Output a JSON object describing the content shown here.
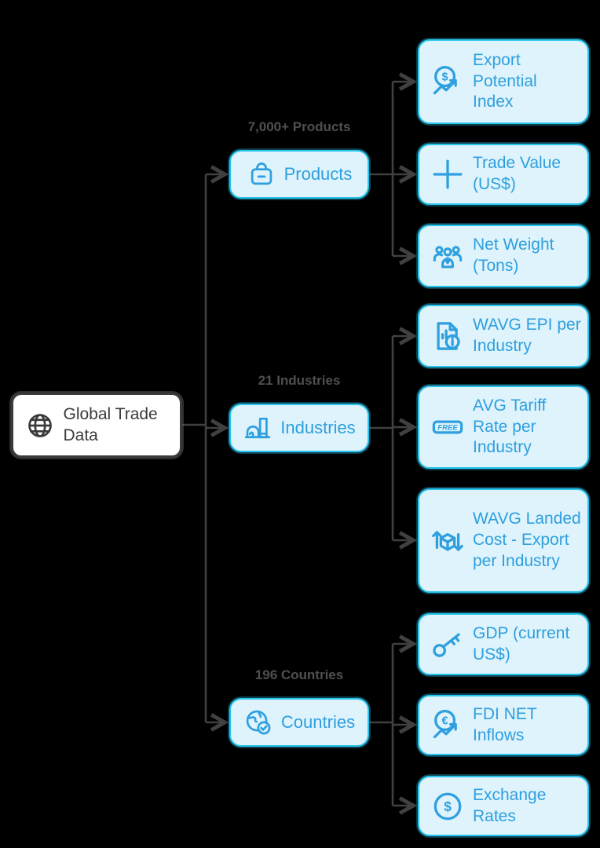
{
  "title": "Global Trade Data mindmap",
  "colors": {
    "background": "#000000",
    "accent-blue": "#2e9fdf",
    "cyan-border": "#27c4ee",
    "node-fill": "#def3fb",
    "muted-label": "#4f4f4f",
    "connector": "#404040",
    "root-ink": "#3b3b3b",
    "root-fill": "#ffffff"
  },
  "root": {
    "label": "Global Trade Data",
    "icon": "globe-icon"
  },
  "branches": [
    {
      "label": "Products",
      "count_label": "7,000+ Products",
      "icon": "shopping-bag-icon",
      "children": [
        {
          "label": "Export Potential Index",
          "icon": "dollar-growth-icon",
          "icon_text": "$"
        },
        {
          "label": "Trade Value (US$)",
          "icon": "plus-icon"
        },
        {
          "label": "Net Weight (Tons)",
          "icon": "people-group-icon"
        }
      ]
    },
    {
      "label": "Industries",
      "count_label": "21 Industries",
      "icon": "factory-icon",
      "children": [
        {
          "label": "WAVG EPI per Industry",
          "icon": "document-chart-info-icon"
        },
        {
          "label": "AVG Tariff Rate per Industry",
          "icon": "free-tag-icon",
          "icon_text": "FREE"
        },
        {
          "label": "WAVG Landed Cost - Export per Industry",
          "icon": "package-arrows-icon"
        }
      ]
    },
    {
      "label": "Countries",
      "count_label": "196 Countries",
      "icon": "globe-check-icon",
      "children": [
        {
          "label": "GDP (current US$)",
          "icon": "key-icon"
        },
        {
          "label": "FDI NET Inflows",
          "icon": "euro-growth-icon",
          "icon_text": "€"
        },
        {
          "label": "Exchange Rates",
          "icon": "dollar-circle-icon",
          "icon_text": "$"
        }
      ]
    }
  ]
}
